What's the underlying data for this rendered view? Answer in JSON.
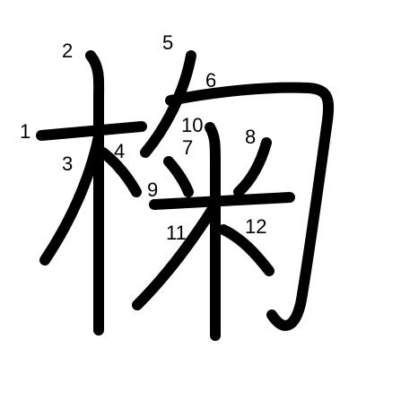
{
  "character": "椈",
  "stroke_color": "#000000",
  "background_color": "#ffffff",
  "strokes": [
    {
      "order": "1"
    },
    {
      "order": "2"
    },
    {
      "order": "3"
    },
    {
      "order": "4"
    },
    {
      "order": "5"
    },
    {
      "order": "6"
    },
    {
      "order": "7"
    },
    {
      "order": "8"
    },
    {
      "order": "9"
    },
    {
      "order": "10"
    },
    {
      "order": "11"
    },
    {
      "order": "12"
    }
  ]
}
